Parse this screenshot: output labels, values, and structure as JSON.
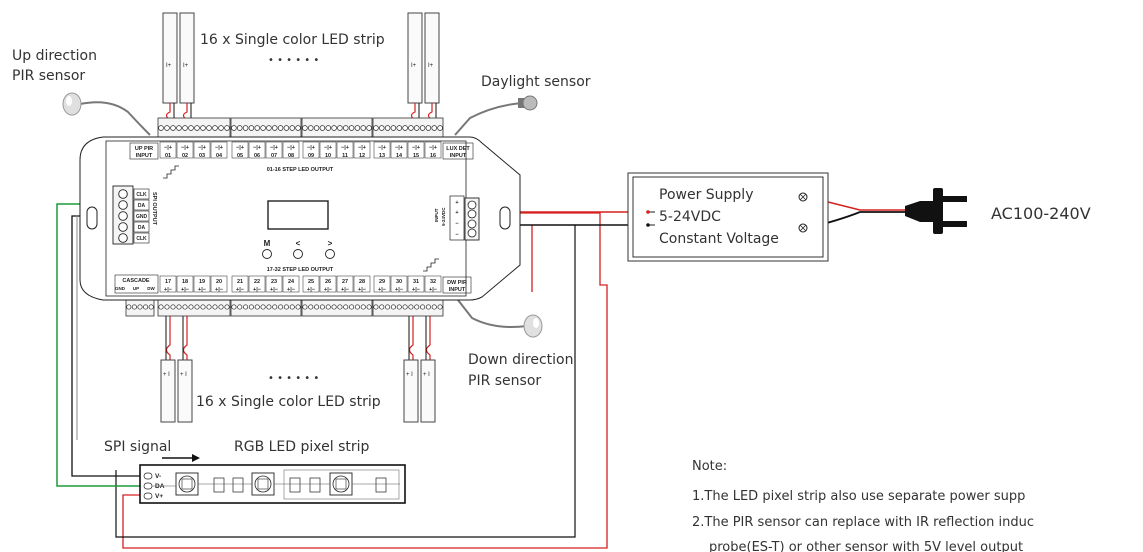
{
  "colors": {
    "red_wire": "#d62020",
    "green_wire": "#1e9a3a",
    "black_wire": "#111111",
    "gray_wire": "#888888"
  },
  "labels": {
    "up_pir_line1": "Up direction",
    "up_pir_line2": "PIR sensor",
    "top_strip": "16 x Single color LED strip",
    "dots": "• • • • • •",
    "daylight": "Daylight sensor",
    "down_pir_line1": "Down direction",
    "down_pir_line2": "PIR sensor",
    "bottom_strip": "16 x Single color LED strip",
    "spi_signal": "SPI signal",
    "rgb_strip": "RGB LED pixel strip",
    "ac": "AC100-240V"
  },
  "power_supply": {
    "line1": "Power Supply",
    "line2": "5-24VDC",
    "line3": "Constant Voltage"
  },
  "controller": {
    "up_pir_input": [
      "UP PIR",
      "INPUT"
    ],
    "lux_det_input": [
      "LUX DET",
      "INPUT"
    ],
    "dw_pir_input": [
      "DW PIR",
      "INPUT"
    ],
    "cascade": "CASCADE",
    "cascade_pins": [
      "GND",
      "UP",
      "DW"
    ],
    "top_channels": [
      "01",
      "02",
      "03",
      "04",
      "05",
      "06",
      "07",
      "08",
      "09",
      "10",
      "11",
      "12",
      "13",
      "14",
      "15",
      "16"
    ],
    "bottom_channels": [
      "17",
      "18",
      "19",
      "20",
      "21",
      "22",
      "23",
      "24",
      "25",
      "26",
      "27",
      "28",
      "29",
      "30",
      "31",
      "32"
    ],
    "top_output_label": "01-16 STEP LED OUTPUT",
    "bottom_output_label": "17-32 STEP LED OUTPUT",
    "spi_pins": [
      "CLK",
      "DA",
      "GND",
      "DA",
      "CLK"
    ],
    "spi_out_label": "SPI OUTPUT",
    "input_label": "INPUT",
    "input_voltage": "5-24VDC",
    "buttons": [
      "M",
      "<",
      ">"
    ]
  },
  "pixel_strip_pins": [
    "V-",
    "DA",
    "V+"
  ],
  "note": {
    "title": "Note:",
    "line1": "1.The LED pixel strip also use separate power supp",
    "line2": "2.The PIR sensor can replace with IR reflection induc",
    "line3": "probe(ES-T) or other sensor with 5V level output"
  }
}
